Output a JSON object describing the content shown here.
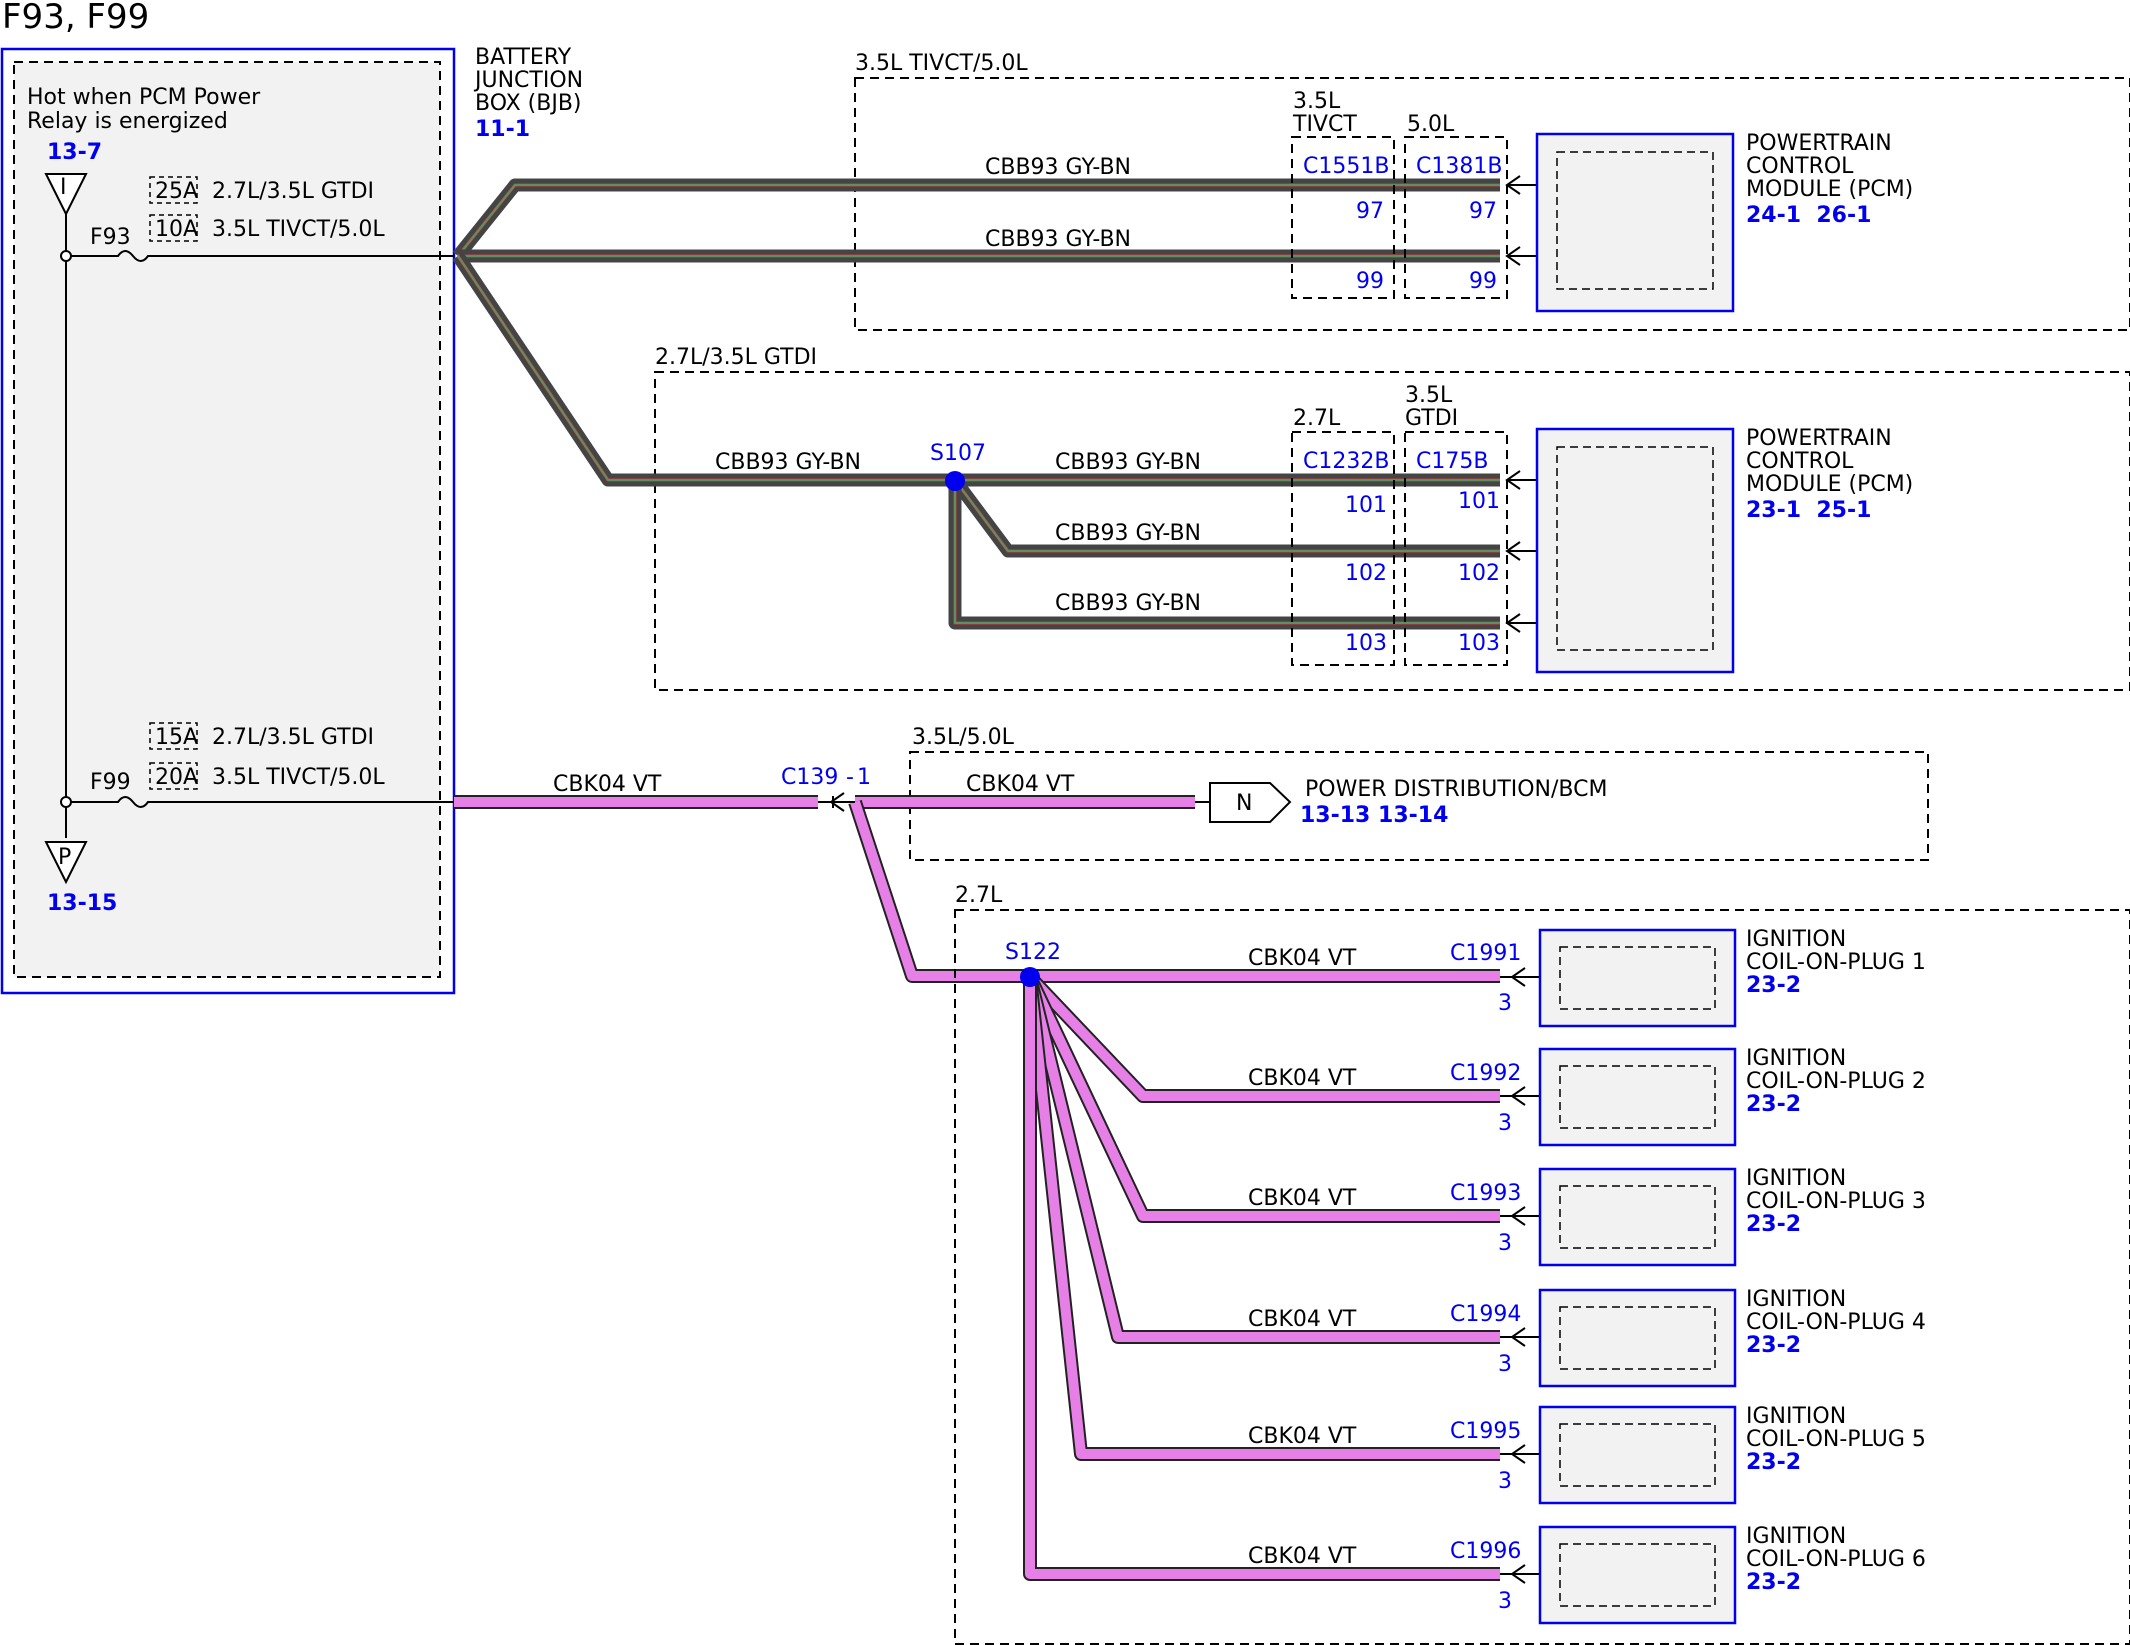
{
  "title": "F93, F99",
  "bjb": {
    "note_line1": "Hot when PCM Power",
    "note_line2": "Relay is energized",
    "ref_top": "13-7",
    "ref_bottom": "13-15",
    "label_line1": "BATTERY",
    "label_line2": "JUNCTION",
    "label_line3": "BOX (BJB)",
    "label_ref": "11-1",
    "terminal_top": "I",
    "terminal_bottom": "P",
    "fuse_f93": {
      "name": "F93",
      "rating_a": "25A",
      "rating_a_label": "2.7L/3.5L GTDI",
      "rating_b": "10A",
      "rating_b_label": "3.5L TIVCT/5.0L"
    },
    "fuse_f99": {
      "name": "F99",
      "rating_a": "15A",
      "rating_a_label": "2.7L/3.5L GTDI",
      "rating_b": "20A",
      "rating_b_label": "3.5L TIVCT/5.0L"
    }
  },
  "group_tivct": {
    "label": "3.5L TIVCT/5.0L",
    "conn_a_label1": "3.5L",
    "conn_a_label2": "TIVCT",
    "conn_b_label": "5.0L",
    "conn_a": "C1551B",
    "conn_b": "C1381B",
    "wire1": "CBB93  GY-BN",
    "wire2": "CBB93  GY-BN",
    "pin1": "97",
    "pin2": "99",
    "module_line1": "POWERTRAIN",
    "module_line2": "CONTROL",
    "module_line3": "MODULE (PCM)",
    "module_refs": "24-1  26-1"
  },
  "group_gtdi": {
    "label": "2.7L/3.5L GTDI",
    "conn_a_label": "2.7L",
    "conn_b_label1": "3.5L",
    "conn_b_label2": "GTDI",
    "conn_a": "C1232B",
    "conn_b": "C175B",
    "splice": "S107",
    "wire_in": "CBB93  GY-BN",
    "wire1": "CBB93  GY-BN",
    "wire2": "CBB93  GY-BN",
    "wire3": "CBB93  GY-BN",
    "pin1": "101",
    "pin2": "102",
    "pin3": "103",
    "module_line1": "POWERTRAIN",
    "module_line2": "CONTROL",
    "module_line3": "MODULE (PCM)",
    "module_refs": "23-1  25-1"
  },
  "group_pdb": {
    "label": "3.5L/5.0L",
    "wire_main": "CBK04  VT",
    "connector": "C139",
    "connector_pin": "1",
    "wire": "CBK04  VT",
    "terminal": "N",
    "dest": "POWER DISTRIBUTION/BCM",
    "dest_refs": "13-13 13-14"
  },
  "group_coils": {
    "label": "2.7L",
    "splice": "S122",
    "coils": [
      {
        "conn": "C1991",
        "pin": "3",
        "wire": "CBK04  VT",
        "name1": "IGNITION",
        "name2": "COIL-ON-PLUG 1",
        "ref": "23-2"
      },
      {
        "conn": "C1992",
        "pin": "3",
        "wire": "CBK04  VT",
        "name1": "IGNITION",
        "name2": "COIL-ON-PLUG 2",
        "ref": "23-2"
      },
      {
        "conn": "C1993",
        "pin": "3",
        "wire": "CBK04  VT",
        "name1": "IGNITION",
        "name2": "COIL-ON-PLUG 3",
        "ref": "23-2"
      },
      {
        "conn": "C1994",
        "pin": "3",
        "wire": "CBK04  VT",
        "name1": "IGNITION",
        "name2": "COIL-ON-PLUG 4",
        "ref": "23-2"
      },
      {
        "conn": "C1995",
        "pin": "3",
        "wire": "CBK04  VT",
        "name1": "IGNITION",
        "name2": "COIL-ON-PLUG 5",
        "ref": "23-2"
      },
      {
        "conn": "C1996",
        "pin": "3",
        "wire": "CBK04  VT",
        "name1": "IGNITION",
        "name2": "COIL-ON-PLUG 6",
        "ref": "23-2"
      }
    ]
  },
  "colors": {
    "reference_blue": "#0000ee",
    "wire_vt": "#e680e6",
    "wire_gy_bn": "#444444"
  }
}
